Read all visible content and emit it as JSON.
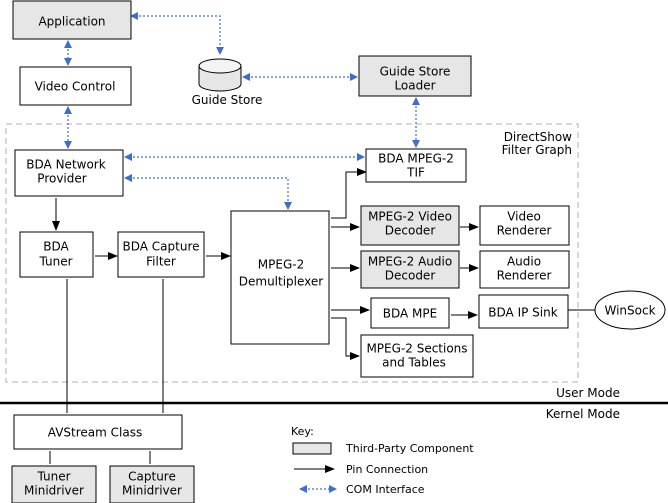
{
  "nodes": {
    "application": {
      "lines": [
        "Application"
      ],
      "third_party": true
    },
    "video_control": {
      "lines": [
        "Video Control"
      ],
      "third_party": false
    },
    "guide_store": {
      "lines": [
        "Guide Store"
      ]
    },
    "guide_store_loader": {
      "lines": [
        "Guide Store",
        "Loader"
      ],
      "third_party": true
    },
    "bda_network_provider": {
      "lines": [
        "BDA Network",
        "Provider"
      ],
      "third_party": false
    },
    "bda_mpeg2_tif": {
      "lines": [
        "BDA MPEG-2",
        "TIF"
      ],
      "third_party": false
    },
    "bda_tuner": {
      "lines": [
        "BDA",
        "Tuner"
      ],
      "third_party": false
    },
    "bda_capture_filter": {
      "lines": [
        "BDA Capture",
        "Filter"
      ],
      "third_party": false
    },
    "mpeg2_demultiplexer": {
      "lines": [
        "MPEG-2",
        "Demultiplexer"
      ],
      "third_party": false
    },
    "mpeg2_video_decoder": {
      "lines": [
        "MPEG-2 Video",
        "Decoder"
      ],
      "third_party": true
    },
    "video_renderer": {
      "lines": [
        "Video",
        "Renderer"
      ],
      "third_party": false
    },
    "mpeg2_audio_decoder": {
      "lines": [
        "MPEG-2 Audio",
        "Decoder"
      ],
      "third_party": true
    },
    "audio_renderer": {
      "lines": [
        "Audio",
        "Renderer"
      ],
      "third_party": false
    },
    "bda_mpe": {
      "lines": [
        "BDA MPE"
      ],
      "third_party": false
    },
    "bda_ip_sink": {
      "lines": [
        "BDA IP Sink"
      ],
      "third_party": false
    },
    "winsock": {
      "lines": [
        "WinSock"
      ]
    },
    "mpeg2_sections": {
      "lines": [
        "MPEG-2 Sections",
        "and Tables"
      ],
      "third_party": false
    },
    "avstream_class": {
      "lines": [
        "AVStream Class"
      ],
      "third_party": false
    },
    "tuner_minidriver": {
      "lines": [
        "Tuner",
        "Minidriver"
      ],
      "third_party": true
    },
    "capture_minidriver": {
      "lines": [
        "Capture",
        "Minidriver"
      ],
      "third_party": true
    }
  },
  "region_label": [
    "DirectShow",
    "Filter Graph"
  ],
  "mode_labels": {
    "user": "User Mode",
    "kernel": "Kernel Mode"
  },
  "key": {
    "title": "Key:",
    "third_party": "Third-Party Component",
    "pin": "Pin Connection",
    "com": "COM Interface"
  },
  "colors": {
    "third_party_fill": "#e6e6e6",
    "com_line": "#3a6fd0",
    "pin_line": "#000000"
  }
}
